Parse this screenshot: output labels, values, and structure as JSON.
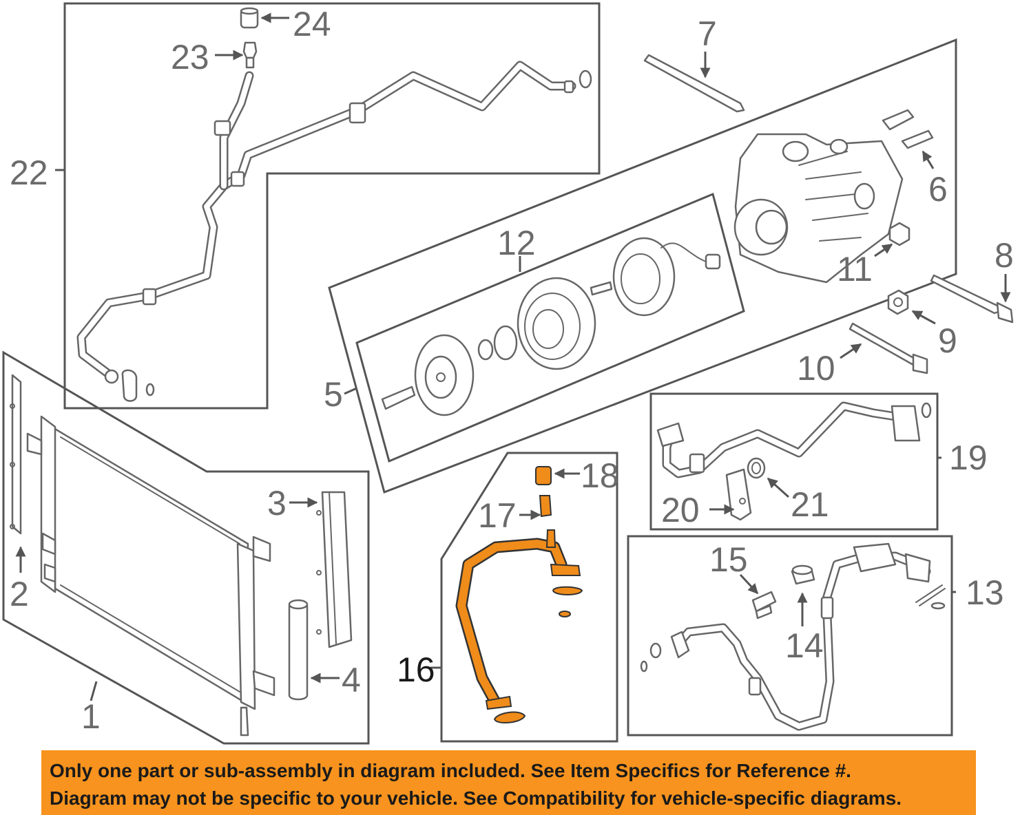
{
  "callouts": {
    "c1": "1",
    "c2": "2",
    "c3": "3",
    "c4": "4",
    "c5": "5",
    "c6": "6",
    "c7": "7",
    "c8": "8",
    "c9": "9",
    "c10": "10",
    "c11": "11",
    "c12": "12",
    "c13": "13",
    "c14": "14",
    "c15": "15",
    "c16": "16",
    "c17": "17",
    "c18": "18",
    "c19": "19",
    "c20": "20",
    "c21": "21",
    "c22": "22",
    "c23": "23",
    "c24": "24"
  },
  "colors": {
    "highlight": "#f08c1a",
    "banner": "#f7931e",
    "line": "#666666"
  },
  "notice": {
    "line1": "Only one part or sub-assembly in diagram included. See Item Specifics for Reference #.",
    "line2": "Diagram may not be specific to your vehicle. See Compatibility for vehicle-specific diagrams."
  }
}
